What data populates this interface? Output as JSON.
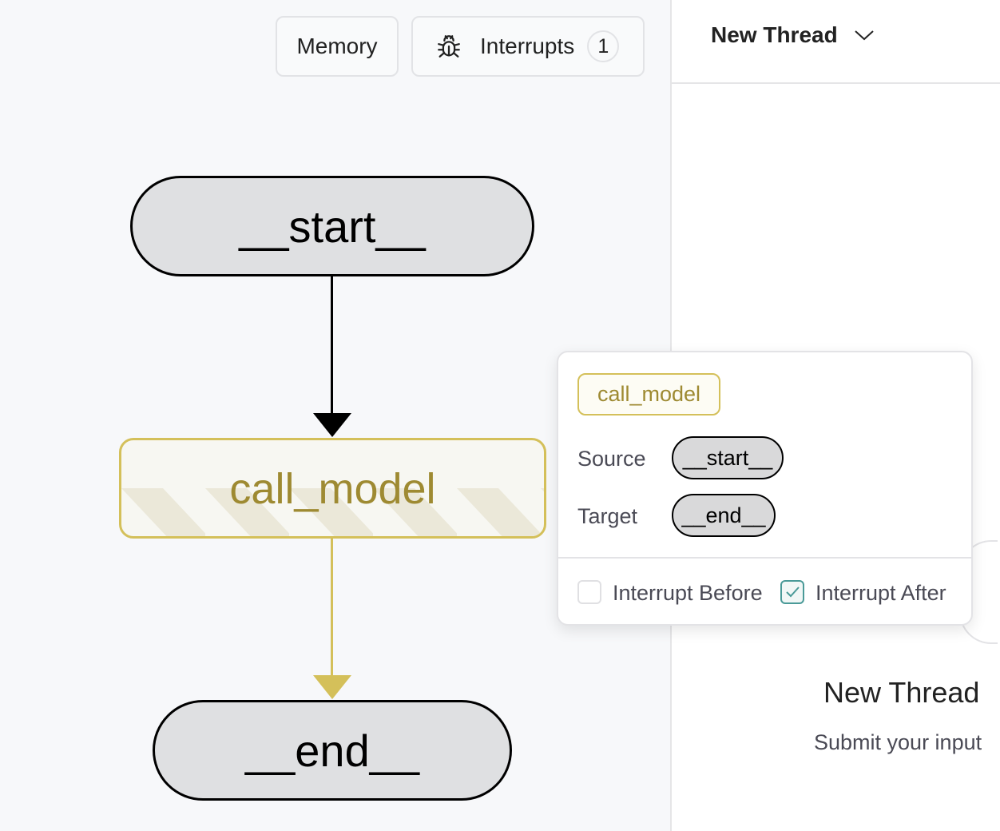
{
  "toolbar": {
    "memory_label": "Memory",
    "interrupts_label": "Interrupts",
    "interrupts_count": "1",
    "interrupts_icon": "bug-icon"
  },
  "graph": {
    "nodes": [
      {
        "id": "__start__",
        "label": "__start__"
      },
      {
        "id": "call_model",
        "label": "call_model"
      },
      {
        "id": "__end__",
        "label": "__end__"
      }
    ],
    "edges": [
      {
        "from": "__start__",
        "to": "call_model",
        "color": "#000000"
      },
      {
        "from": "call_model",
        "to": "__end__",
        "color": "#d4c05a"
      }
    ],
    "selected_color": "#d4c05a",
    "selected_text_color": "#9e8a32"
  },
  "popup": {
    "node": "call_model",
    "source_label": "Source",
    "source": "__start__",
    "target_label": "Target",
    "target": "__end__",
    "interrupt_before_label": "Interrupt Before",
    "interrupt_before": false,
    "interrupt_after_label": "Interrupt After",
    "interrupt_after": true,
    "check_color": "#4a9a98"
  },
  "thread": {
    "title": "New Thread",
    "empty_title": "New Thread",
    "empty_subtitle": "Submit your input"
  }
}
